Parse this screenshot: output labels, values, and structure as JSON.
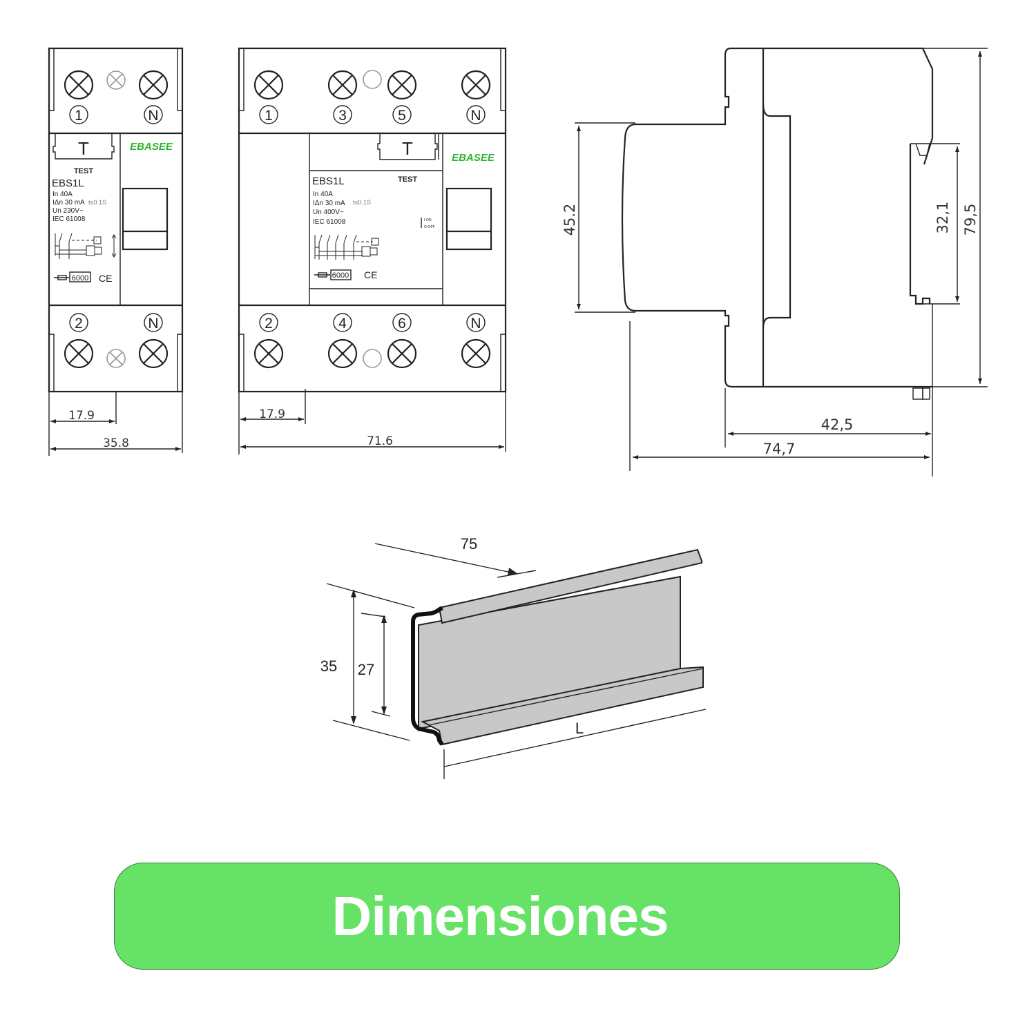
{
  "breaker_2p": {
    "top_terminals": [
      "1",
      "N"
    ],
    "bottom_terminals": [
      "2",
      "N"
    ],
    "brand": "EBASEE",
    "test_button": "T",
    "test_label": "TEST",
    "model": "EBS1L",
    "specs": [
      "In  40A",
      "IΔn 30 mA",
      "Un 230V~",
      "IEC 61008"
    ],
    "trip_time": "t≤0.1S",
    "breaking_capacity": "6000",
    "ce_mark": "CE",
    "dim_module": "17.9",
    "dim_width": "35.8"
  },
  "breaker_4p": {
    "top_terminals": [
      "1",
      "3",
      "5",
      "N"
    ],
    "bottom_terminals": [
      "2",
      "4",
      "6",
      "N"
    ],
    "brand": "EBASEE",
    "test_button": "T",
    "test_label": "TEST",
    "model": "EBS1L",
    "specs": [
      "In  40A",
      "IΔn 30 mA",
      "Un 400V~",
      "IEC 61008"
    ],
    "trip_time": "t≤0.1S",
    "on_label": "I-ON",
    "off_label": "O-OFF",
    "breaking_capacity": "6000",
    "ce_mark": "CE",
    "dim_module": "17.9",
    "dim_width": "71.6"
  },
  "side_view": {
    "dim_front_height": "45.2",
    "dim_total_height": "79,5",
    "dim_rail_clip": "32,1",
    "dim_depth_body": "42,5",
    "dim_depth_total": "74,7"
  },
  "din_rail": {
    "dim_depth": "75",
    "dim_height_outer": "35",
    "dim_height_inner": "27",
    "dim_length": "L"
  },
  "banner": {
    "title": "Dimensiones"
  },
  "colors": {
    "brand_green": "#2fb52f",
    "banner_green": "#66e366",
    "rail_gray": "#c8c8c8"
  }
}
